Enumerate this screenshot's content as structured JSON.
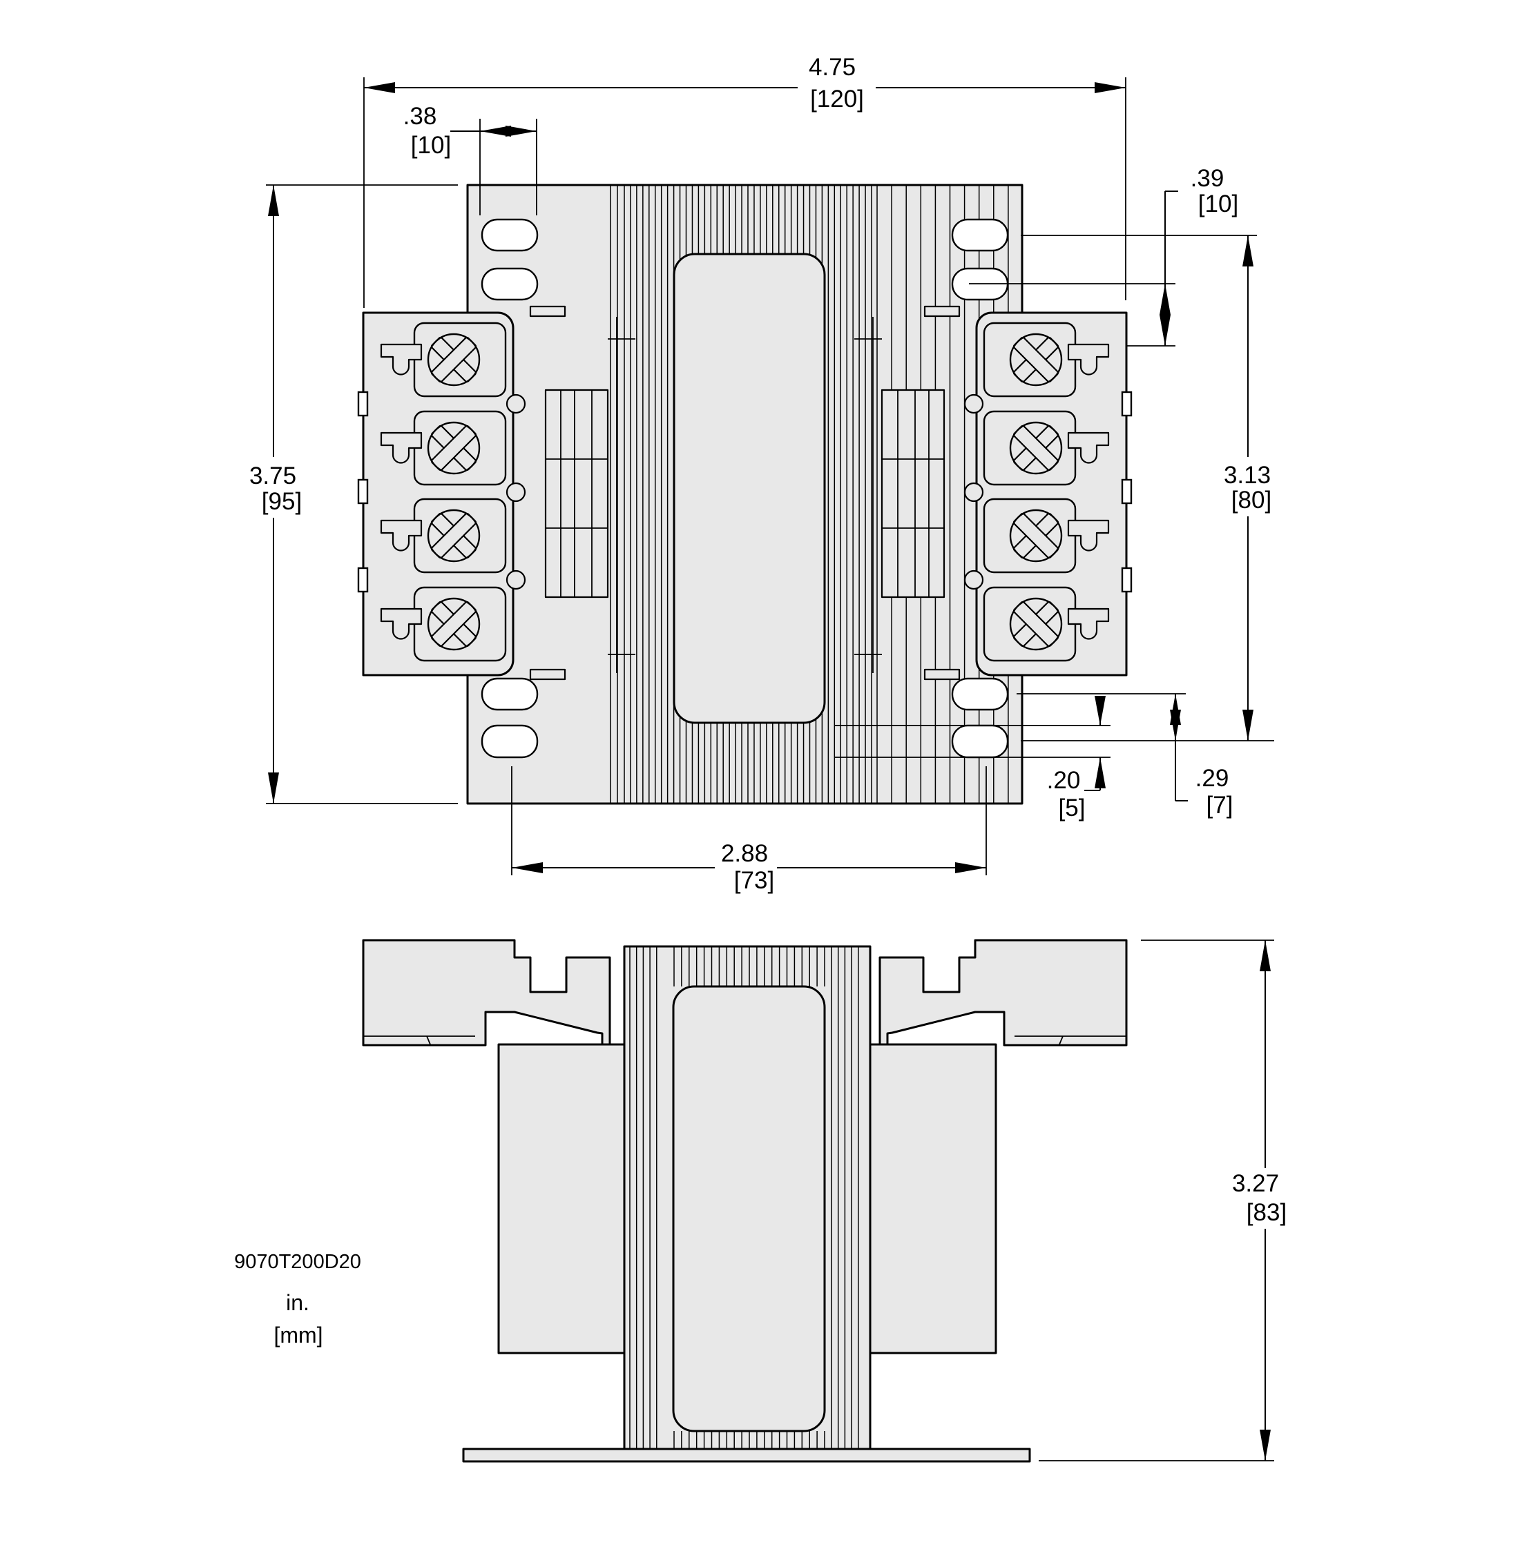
{
  "drawing": {
    "part_number": "9070T200D20",
    "units_label_primary": "in.",
    "units_label_secondary": "[mm]",
    "dimensions": {
      "overall_width": {
        "in": "4.75",
        "mm": "[120]"
      },
      "slot_width": {
        "in": ".38",
        "mm": "[10]"
      },
      "slot_offset_top": {
        "in": ".39",
        "mm": "[10]"
      },
      "overall_height": {
        "in": "3.75",
        "mm": "[95]"
      },
      "mounting_height": {
        "in": "3.13",
        "mm": "[80]"
      },
      "slot_height": {
        "in": ".20",
        "mm": "[5]"
      },
      "slot_row_spacing": {
        "in": ".29",
        "mm": "[7]"
      },
      "mounting_width": {
        "in": "2.88",
        "mm": "[73]"
      },
      "overall_depth": {
        "in": "3.27",
        "mm": "[83]"
      }
    }
  },
  "colors": {
    "part_fill": "#e8e8e8",
    "line": "#000000",
    "background": "#ffffff"
  }
}
